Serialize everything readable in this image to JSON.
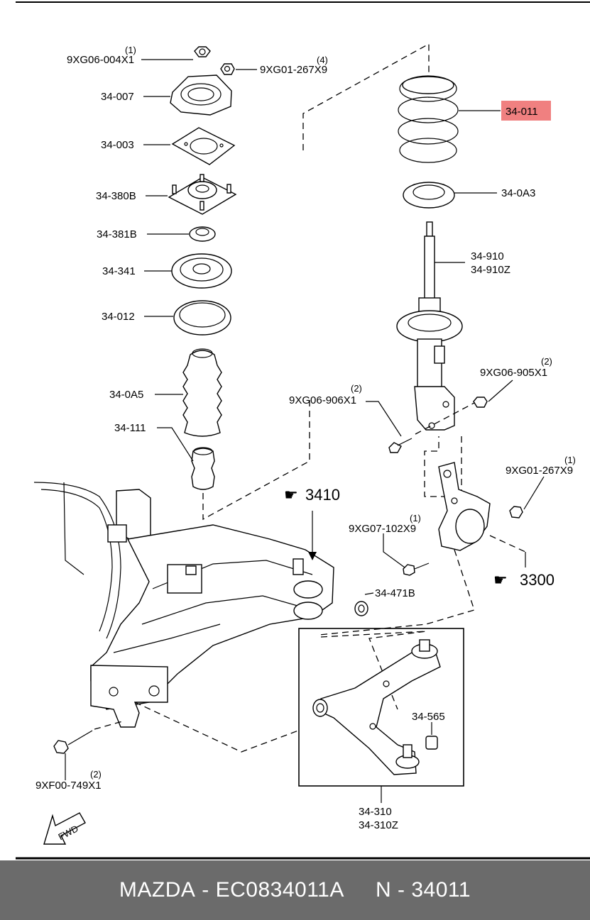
{
  "labels": {
    "p9xg06_004x1": {
      "code": "9XG06-004X1",
      "qty": "(1)"
    },
    "p9xg01_267x9_top": {
      "code": "9XG01-267X9",
      "qty": "(4)"
    },
    "p34_007": "34-007",
    "p34_003": "34-003",
    "p34_380b": "34-380B",
    "p34_381b": "34-381B",
    "p34_341": "34-341",
    "p34_012": "34-012",
    "p34_0a5": "34-0A5",
    "p34_111": "34-111",
    "p34_011": "34-011",
    "p34_0a3": "34-0A3",
    "p34_910": "34-910",
    "p34_910z": "34-910Z",
    "p9xg06_905x1": {
      "code": "9XG06-905X1",
      "qty": "(2)"
    },
    "p9xg06_906x1": {
      "code": "9XG06-906X1",
      "qty": "(2)"
    },
    "p3410": "3410",
    "p9xg01_267x9_knuckle": {
      "code": "9XG01-267X9",
      "qty": "(1)"
    },
    "p9xg07_102x9": {
      "code": "9XG07-102X9",
      "qty": "(1)"
    },
    "p3300": "3300",
    "p34_471b": "34-471B",
    "p34_565": "34-565",
    "p34_310": "34-310",
    "p34_310z": "34-310Z",
    "p9xf00_749x1": {
      "code": "9XF00-749X1",
      "qty": "(2)"
    },
    "fwd": "FWD"
  },
  "highlight_color": "#f08080",
  "footer": {
    "brand": "MAZDA",
    "sep1": " - ",
    "oem": "EC0834011A",
    "gap": "     ",
    "n": "N",
    "sep2": " - ",
    "number": "34011"
  }
}
